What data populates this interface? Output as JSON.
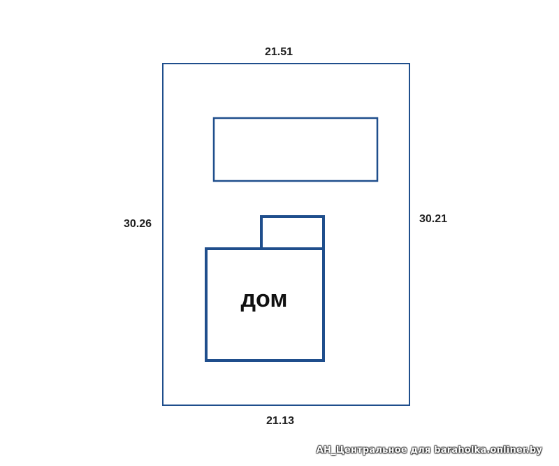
{
  "plot": {
    "dimensions": {
      "top": "21.51",
      "bottom": "21.13",
      "left": "30.26",
      "right": "30.21"
    },
    "house_label": "дом"
  },
  "watermark": "АН_Центральное для baraholka.onliner.by",
  "colors": {
    "outline": "#1f4e8c",
    "house": "#1f4e8c",
    "text": "#1f1f1f",
    "background": "#ffffff"
  }
}
